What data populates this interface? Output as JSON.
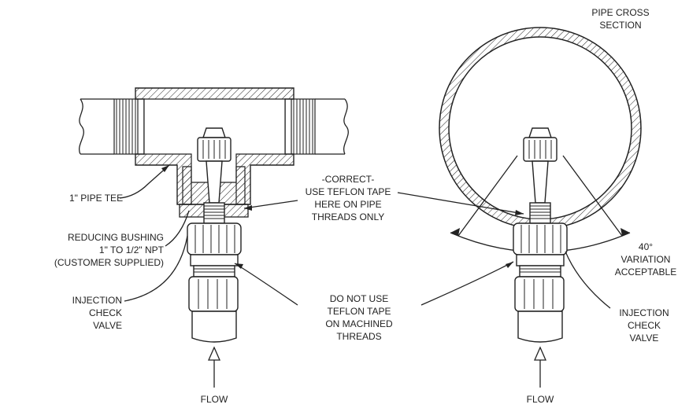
{
  "labels": {
    "pipe_cross_section_line1": "PIPE CROSS",
    "pipe_cross_section_line2": "SECTION",
    "pipe_tee": "1\" PIPE TEE",
    "reducing_bushing_line1": "REDUCING BUSHING",
    "reducing_bushing_line2": "1\" TO 1/2\" NPT",
    "reducing_bushing_line3": "(CUSTOMER SUPPLIED)",
    "check_valve_left_line1": "INJECTION",
    "check_valve_left_line2": "CHECK",
    "check_valve_left_line3": "VALVE",
    "correct_line1": "-CORRECT-",
    "correct_line2": "USE TEFLON TAPE",
    "correct_line3": "HERE ON PIPE",
    "correct_line4": "THREADS ONLY",
    "do_not_line1": "DO NOT USE",
    "do_not_line2": "TEFLON TAPE",
    "do_not_line3": "ON MACHINED",
    "do_not_line4": "THREADS",
    "angle_line1": "40°",
    "angle_line2": "VARIATION",
    "angle_line3": "ACCEPTABLE",
    "check_valve_right_line1": "INJECTION",
    "check_valve_right_line2": "CHECK",
    "check_valve_right_line3": "VALVE",
    "flow_left": "FLOW",
    "flow_right": "FLOW"
  }
}
